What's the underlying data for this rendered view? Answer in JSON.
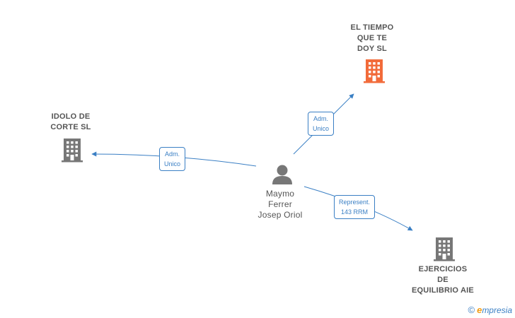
{
  "nodes": {
    "tiempo": {
      "label": "EL TIEMPO\nQUE TE\nDOY  SL",
      "color": "#f26b3a"
    },
    "idolo": {
      "label": "IDOLO DE\nCORTE  SL",
      "color": "#777777"
    },
    "ejercicios": {
      "label": "EJERCICIOS\nDE\nEQUILIBRIO  AIE",
      "color": "#777777"
    },
    "person": {
      "label": "Maymo\nFerrer\nJosep Oriol",
      "color": "#777777"
    }
  },
  "edges": {
    "to_tiempo": "Adm.\nUnico",
    "to_idolo": "Adm.\nUnico",
    "to_ejercicios": "Represent.\n143 RRM"
  },
  "colors": {
    "edge": "#3a7fc4"
  },
  "brand": {
    "copyright": "©",
    "e": "e",
    "rest": "mpresia"
  }
}
